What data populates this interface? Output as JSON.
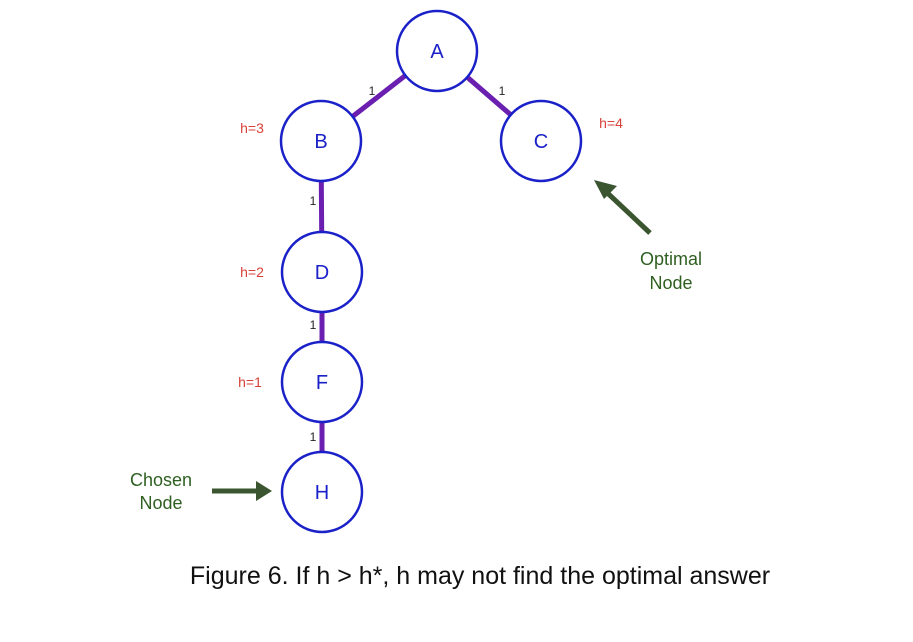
{
  "nodes": [
    {
      "id": "A",
      "label": "A",
      "heuristic": ""
    },
    {
      "id": "B",
      "label": "B",
      "heuristic": "h=3"
    },
    {
      "id": "C",
      "label": "C",
      "heuristic": "h=4"
    },
    {
      "id": "D",
      "label": "D",
      "heuristic": "h=2"
    },
    {
      "id": "F",
      "label": "F",
      "heuristic": "h=1"
    },
    {
      "id": "H",
      "label": "H",
      "heuristic": ""
    }
  ],
  "edges": [
    {
      "from": "A",
      "to": "B",
      "weight": "1"
    },
    {
      "from": "A",
      "to": "C",
      "weight": "1"
    },
    {
      "from": "B",
      "to": "D",
      "weight": "1"
    },
    {
      "from": "D",
      "to": "F",
      "weight": "1"
    },
    {
      "from": "F",
      "to": "H",
      "weight": "1"
    }
  ],
  "annotations": {
    "optimal": {
      "line1": "Optimal",
      "line2": "Node",
      "target": "C"
    },
    "chosen": {
      "line1": "Chosen",
      "line2": "Node",
      "target": "H"
    }
  },
  "caption": "Figure 6. If h > h*, h may not find the optimal answer",
  "colors": {
    "node_stroke": "#1a21c8",
    "edge": "#6a1fb0",
    "heuristic": "#d8423a",
    "annotation": "#2e5f20",
    "arrow": "#3a5530"
  }
}
